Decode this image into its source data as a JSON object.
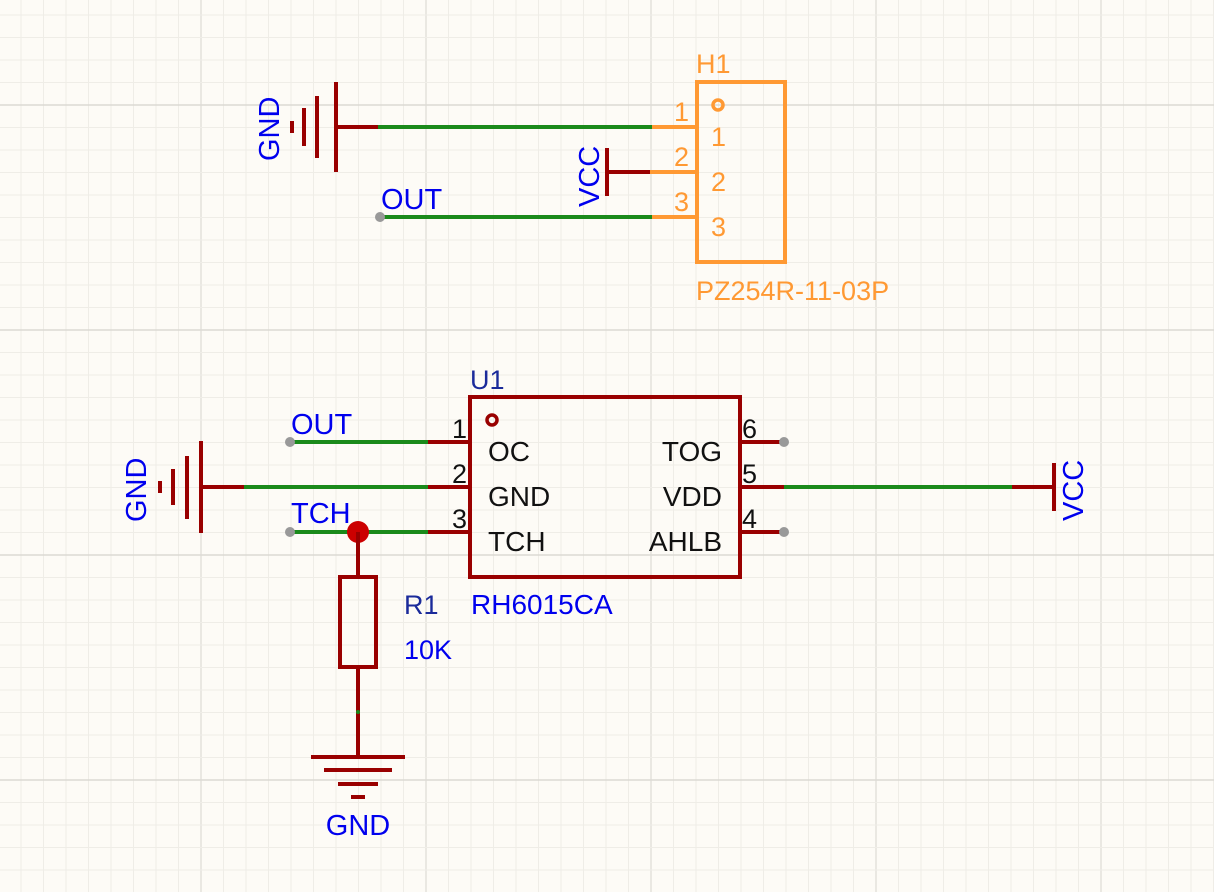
{
  "colors": {
    "background": "#fdfbf6",
    "wire": "#1a8a1a",
    "symbol": "#990000",
    "connector": "#ff9933",
    "net_label": "#0000ee",
    "designator": "#1a2a9a",
    "pin_text": "#111111",
    "junction": "#cc0000",
    "no_connect": "#999999"
  },
  "components": {
    "h1": {
      "designator": "H1",
      "value": "PZ254R-11-03P",
      "pins": [
        {
          "number": "1",
          "name": "1"
        },
        {
          "number": "2",
          "name": "2"
        },
        {
          "number": "3",
          "name": "3"
        }
      ]
    },
    "u1": {
      "designator": "U1",
      "value": "RH6015CA",
      "left_pins": [
        {
          "number": "1",
          "name": "OC"
        },
        {
          "number": "2",
          "name": "GND"
        },
        {
          "number": "3",
          "name": "TCH"
        }
      ],
      "right_pins": [
        {
          "number": "6",
          "name": "TOG"
        },
        {
          "number": "5",
          "name": "VDD"
        },
        {
          "number": "4",
          "name": "AHLB"
        }
      ]
    },
    "r1": {
      "designator": "R1",
      "value": "10K"
    }
  },
  "net_labels": {
    "h1_gnd": "GND",
    "h1_vcc": "VCC",
    "h1_out": "OUT",
    "u1_out": "OUT",
    "u1_gnd": "GND",
    "u1_tch": "TCH",
    "u1_vcc": "VCC",
    "r1_gnd": "GND"
  }
}
